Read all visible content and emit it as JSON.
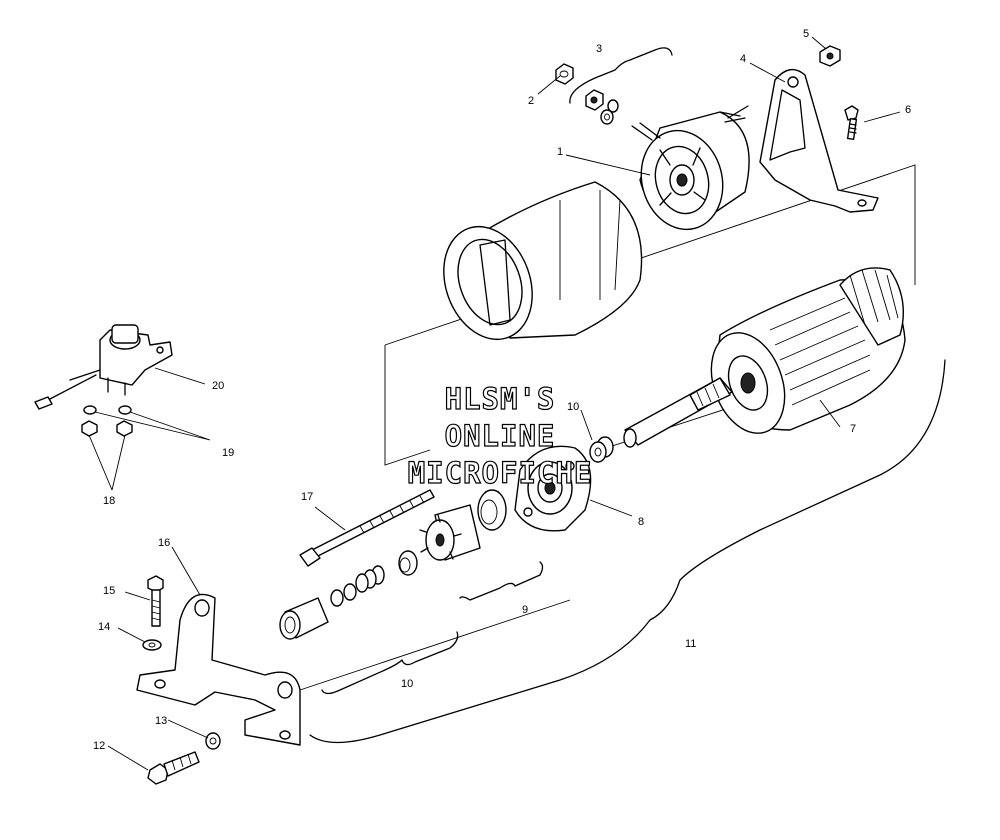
{
  "watermark": {
    "line1": "HLSM'S",
    "line2": "ONLINE",
    "line3": "MICROFICHE"
  },
  "callouts": {
    "c1": "1",
    "c2": "2",
    "c3": "3",
    "c4": "4",
    "c5": "5",
    "c6": "6",
    "c7": "7",
    "c8": "8",
    "c9": "9",
    "c10a": "10",
    "c10b": "10",
    "c11": "11",
    "c12": "12",
    "c13": "13",
    "c14": "14",
    "c15": "15",
    "c16": "16",
    "c17": "17",
    "c18": "18",
    "c19": "19",
    "c20": "20"
  },
  "colors": {
    "ink": "#000000",
    "paper": "#ffffff"
  }
}
